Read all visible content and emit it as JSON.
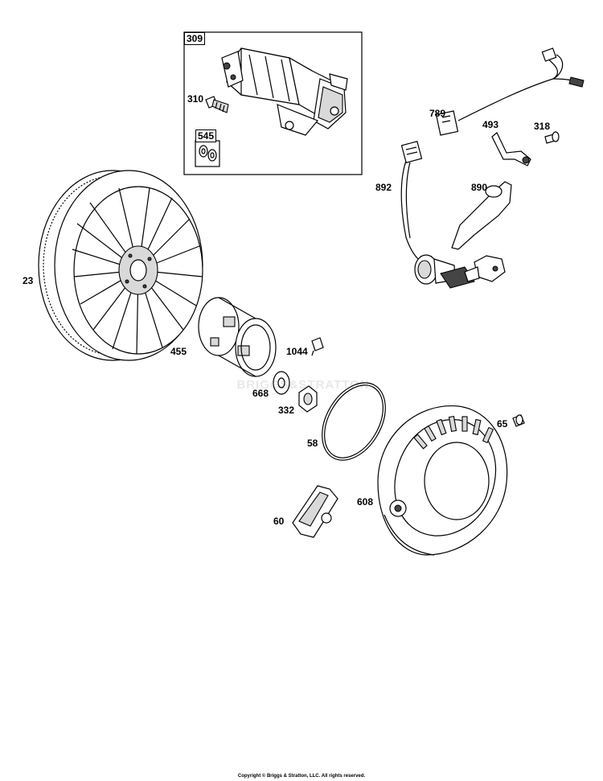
{
  "callouts": {
    "c309": "309",
    "c310": "310",
    "c545": "545",
    "c789": "789",
    "c493": "493",
    "c318": "318",
    "c892": "892",
    "c890": "890",
    "c23": "23",
    "c455": "455",
    "c1044": "1044",
    "c668": "668",
    "c332": "332",
    "c58": "58",
    "c65": "65",
    "c608": "608",
    "c60": "60"
  },
  "watermark": "BRIGGS&STRATTON",
  "footer": {
    "copyright": "Copyright © Briggs & Stratton, LLC. All rights reserved."
  }
}
